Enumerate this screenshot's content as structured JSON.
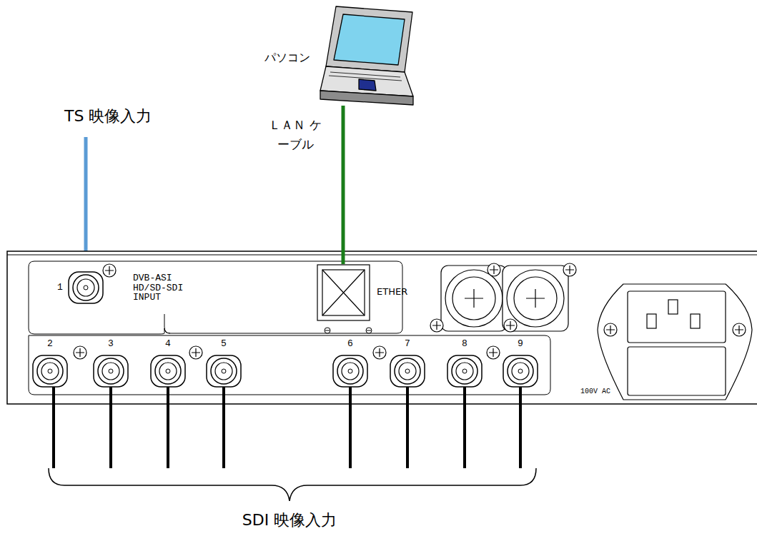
{
  "diagram": {
    "nodes": [
      {
        "text": [
          "パソコン"
        ]
      },
      {
        "text": [
          "ETHER"
        ]
      }
    ],
    "edges": [
      {
        "from": 0,
        "to": 1,
        "arrow": "none",
        "label": "ＬＡＮ ケーブル"
      }
    ],
    "labels": [
      "TS 映像入力",
      "1",
      "DVB-ASI HD/SD-SDI INPUT",
      "2",
      "3",
      "4",
      "5",
      "6",
      "7",
      "8",
      "9",
      "100V AC",
      "SDI 映像入力"
    ]
  }
}
